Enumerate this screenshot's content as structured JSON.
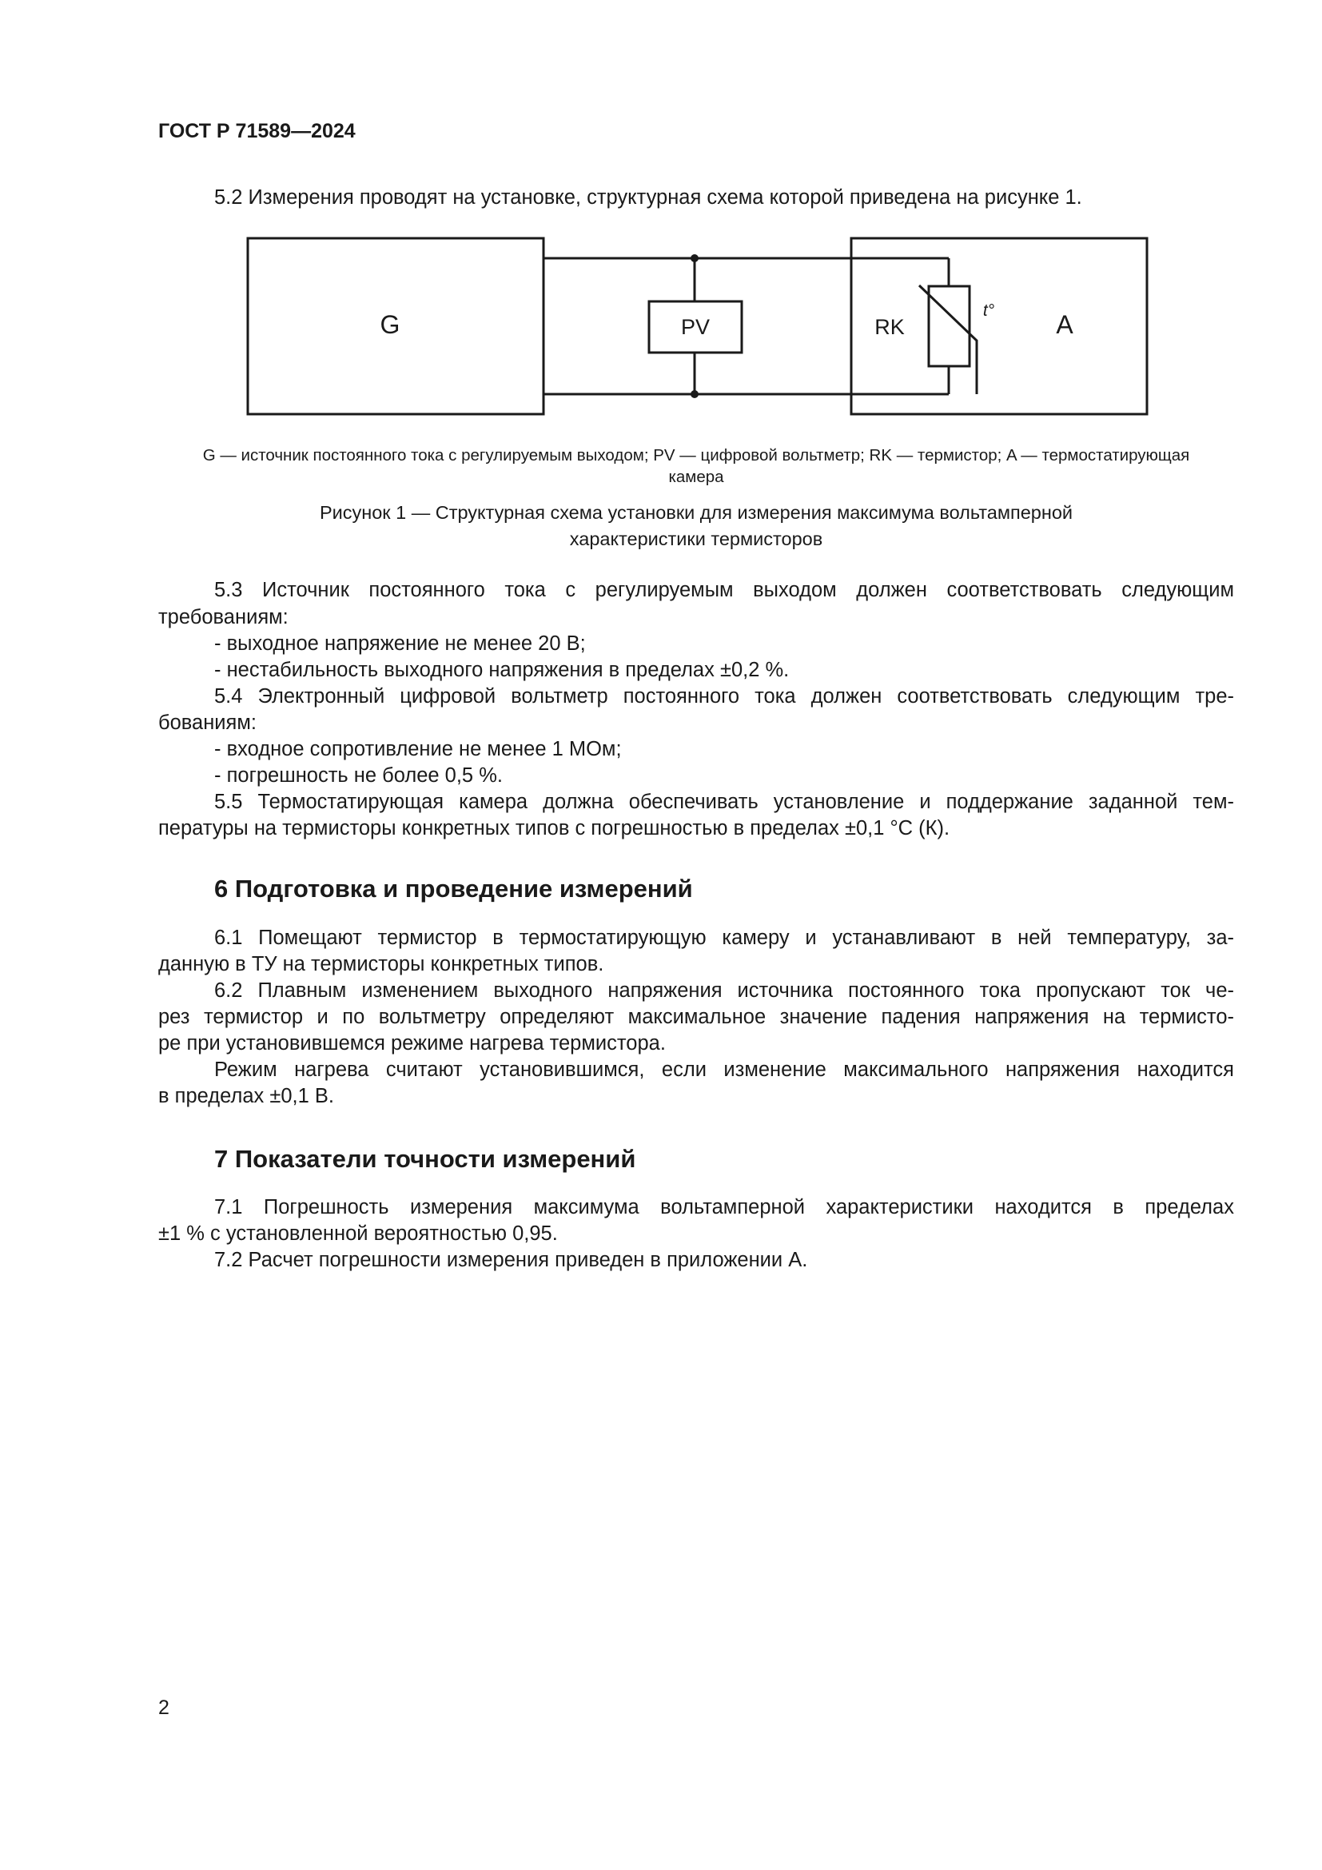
{
  "header": "ГОСТ Р 71589—2024",
  "p_5_2": "5.2  Измерения проводят на установке, структурная схема которой приведена на рисунке 1.",
  "diagram": {
    "label_g": "G",
    "label_pv": "PV",
    "label_rk": "RK",
    "label_a": "A",
    "label_t": "t°"
  },
  "figure_legend": {
    "line1": "G — источник постоянного тока с регулируемым выходом; PV — цифровой вольтметр; RK — термистор; A — термостатирующая",
    "line2": "камера"
  },
  "figure_caption": {
    "line1": "Рисунок 1 — Структурная схема установки для измерения максимума вольтамперной",
    "line2": "характеристики  термисторов"
  },
  "p_5_3": {
    "line1": "5.3 Источник постоянного тока с регулируемым выходом должен соответствовать следующим",
    "line2": "требованиям:",
    "item1": "-  выходное напряжение не менее 20 В;",
    "item2": "-  нестабильность выходного напряжения в пределах ±0,2 %."
  },
  "p_5_4": {
    "line1": "5.4  Электронный цифровой вольтметр постоянного тока должен соответствовать следующим тре-",
    "line2": "бованиям:",
    "item1": "-  входное сопротивление не менее 1 МОм;",
    "item2": "-  погрешность не более 0,5 %."
  },
  "p_5_5": {
    "line1": "5.5  Термостатирующая камера должна обеспечивать установление и поддержание заданной тем-",
    "line2": "пературы на термисторы конкретных типов с погрешностью в пределах ±0,1 °С (К)."
  },
  "section6": {
    "heading": "6  Подготовка и проведение измерений",
    "p1_line1": "6.1  Помещают термистор в термостатирующую камеру и устанавливают в ней температуру, за-",
    "p1_line2": "данную в ТУ на термисторы конкретных типов.",
    "p2_line1": "6.2  Плавным изменением выходного напряжения источника постоянного тока пропускают ток че-",
    "p2_line2": "рез термистор и по вольтметру определяют максимальное значение падения напряжения на термисто-",
    "p2_line3": "ре при установившемся режиме нагрева термистора.",
    "p3_line1": "Режим нагрева считают установившимся, если изменение максимального напряжения находится",
    "p3_line2": "в пределах ±0,1 В."
  },
  "section7": {
    "heading": "7  Показатели точности измерений",
    "p1_line1": "7.1  Погрешность измерения максимума вольтамперной характеристики находится в пределах",
    "p1_line2": "±1 % с установленной вероятностью 0,95.",
    "p2_line1": "7.2  Расчет погрешности измерения приведен в приложении А."
  },
  "page_number": "2"
}
